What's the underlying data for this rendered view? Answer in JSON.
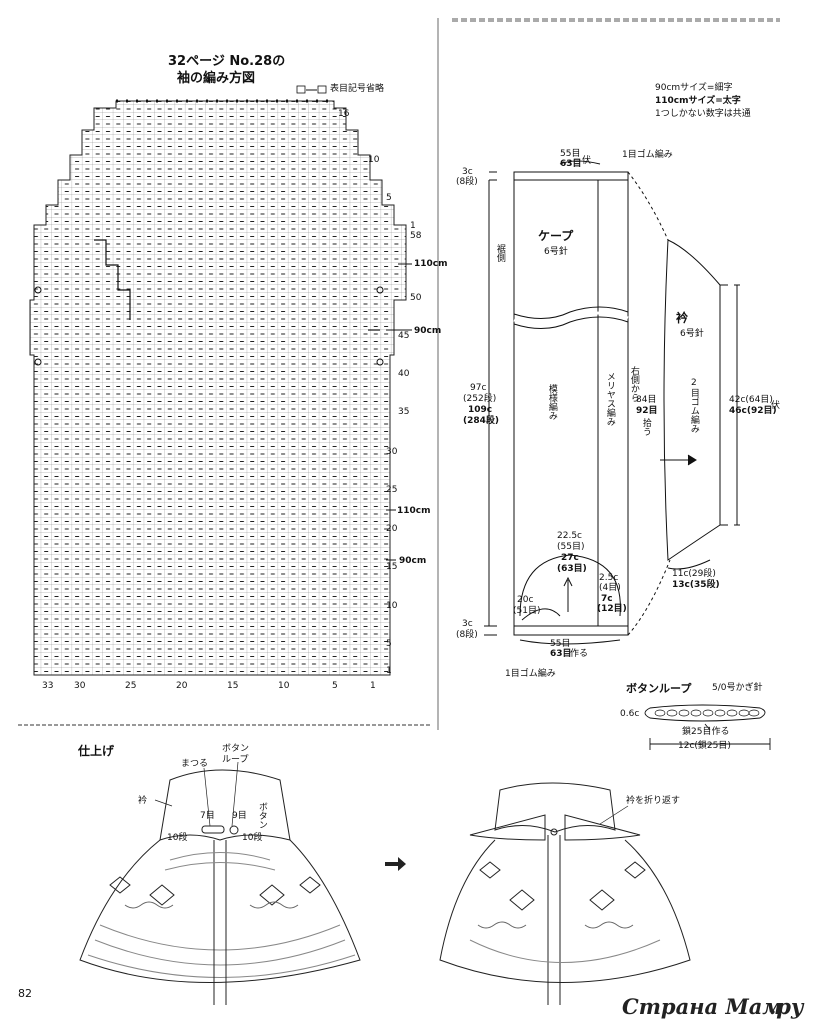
{
  "chart_panel": {
    "title_line1": "32ページ No.28の",
    "title_line2": "袖の編み方図",
    "legend_text": "表目記号省略",
    "row_labels": [
      "16",
      "10",
      "5",
      "1",
      "58",
      "50",
      "45",
      "40",
      "35",
      "30",
      "25",
      "20",
      "15",
      "10",
      "5",
      "1"
    ],
    "size_110_top": "110cm",
    "size_90_mid": "90cm",
    "size_110_low": "110cm",
    "size_90_low": "90cm",
    "col_labels": [
      "33",
      "30",
      "25",
      "20",
      "15",
      "10",
      "5",
      "1"
    ]
  },
  "schematic": {
    "size_note1": "90cmサイズ=細字",
    "size_note2": "110cmサイズ=太字",
    "size_note3": "1つしかない数字は共通",
    "top_stitches_thin": "55目",
    "top_stitches_bold": "63目",
    "top_bind": "伏",
    "top_rib": "1目ゴム編み",
    "top_height_cm": "3c",
    "top_height_rows": "(8段)",
    "hem_side": "裾側",
    "cape_title": "ケープ",
    "cape_needle": "6号針",
    "total_h_thin": "97c",
    "total_h_thin_rows": "(252段)",
    "total_h_bold": "109c",
    "total_h_bold_rows": "(284段)",
    "pattern_knit": "模様編み",
    "stockinette": "メリヤス編み",
    "dim_225": "22.5c",
    "dim_225_rows": "(55目)",
    "dim_27": "27c",
    "dim_27_rows": "(63目)",
    "dim_25": "2.5c",
    "dim_25_rows": "(4目)",
    "dim_7": "7c",
    "dim_7_rows": "(12目)",
    "dim_20": "20c",
    "dim_20_rows": "(51目)",
    "bottom_h": "3c",
    "bottom_h_rows": "(8段)",
    "bottom_st_thin": "55目",
    "bottom_st_bold": "63目",
    "bottom_make": "作る",
    "bottom_rib": "1目ゴム編み",
    "collar_title": "衿",
    "collar_needle": "6号針",
    "pick_up": "右側から",
    "pick_84": "84目",
    "pick_92": "92目",
    "pick_up2": "拾う",
    "collar_rib": "2目ゴム編み",
    "collar_len_thin": "42c(64目)",
    "collar_len_bold": "46c(92目)",
    "collar_bind": "伏",
    "collar_low_thin": "11c(29段)",
    "collar_low_bold": "13c(35段)"
  },
  "button_loop": {
    "title": "ボタンループ",
    "hook": "5/0号かぎ針",
    "width": "0.6c",
    "chain": "鎖25目作る",
    "length": "12c(鎖25目)"
  },
  "finishing": {
    "title": "仕上げ",
    "sew": "まつる",
    "loop_label1": "ボタン",
    "loop_label2": "ループ",
    "collar": "衿",
    "rows_7": "7目",
    "rows_9": "9目",
    "row_10a": "10段",
    "row_10b": "10段",
    "button_v": "ボタン",
    "fold_collar": "衿を折り返す"
  },
  "page_number": "82",
  "watermark": "Страна Мам",
  "watermark_ru": ".ру"
}
